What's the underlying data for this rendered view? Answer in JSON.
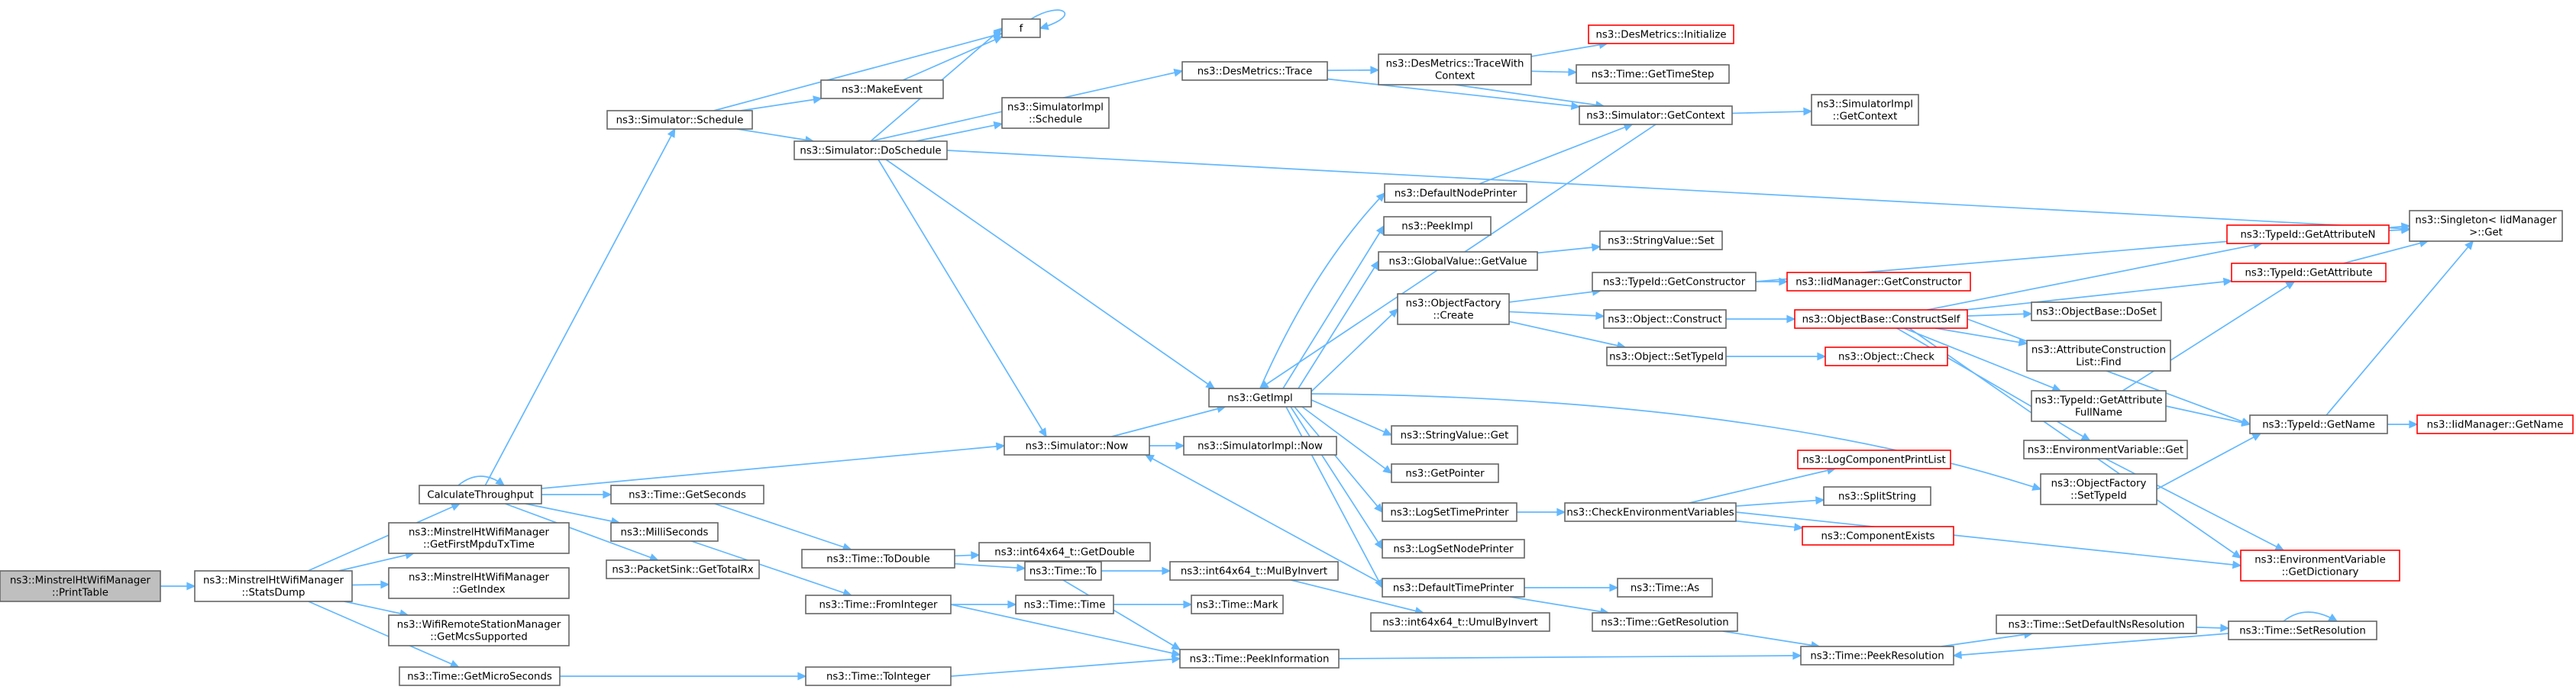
{
  "diagram": {
    "type": "call-graph",
    "colors": {
      "edge": "#63b8ff",
      "node_border": "#666666",
      "node_fill": "#ffffff",
      "root_fill": "#bfbfbf",
      "missing_border": "#ff0000"
    },
    "nodes": [
      {
        "id": "printtable",
        "lines": [
          "ns3::MinstrelHtWifiManager",
          "::PrintTable"
        ],
        "style": "root"
      },
      {
        "id": "statsdump",
        "lines": [
          "ns3::MinstrelHtWifiManager",
          "::StatsDump"
        ]
      },
      {
        "id": "calcthroughput",
        "lines": [
          "CalculateThroughput"
        ]
      },
      {
        "id": "getfirstmpdu",
        "lines": [
          "ns3::MinstrelHtWifiManager",
          "::GetFirstMpduTxTime"
        ]
      },
      {
        "id": "getindex",
        "lines": [
          "ns3::MinstrelHtWifiManager",
          "::GetIndex"
        ]
      },
      {
        "id": "getmcssupported",
        "lines": [
          "ns3::WifiRemoteStationManager",
          "::GetMcsSupported"
        ]
      },
      {
        "id": "getmicroseconds",
        "lines": [
          "ns3::Time::GetMicroSeconds"
        ]
      },
      {
        "id": "schedule",
        "lines": [
          "ns3::Simulator::Schedule"
        ]
      },
      {
        "id": "now",
        "lines": [
          "ns3::Simulator::Now"
        ]
      },
      {
        "id": "getseconds",
        "lines": [
          "ns3::Time::GetSeconds"
        ]
      },
      {
        "id": "milliseconds",
        "lines": [
          "ns3::MilliSeconds"
        ]
      },
      {
        "id": "gettotalrx",
        "lines": [
          "ns3::PacketSink::GetTotalRx"
        ]
      },
      {
        "id": "f",
        "lines": [
          "f"
        ]
      },
      {
        "id": "makeevent",
        "lines": [
          "ns3::MakeEvent"
        ]
      },
      {
        "id": "doschedule",
        "lines": [
          "ns3::Simulator::DoSchedule"
        ]
      },
      {
        "id": "destrace",
        "lines": [
          "ns3::DesMetrics::Trace"
        ]
      },
      {
        "id": "simimplschedule",
        "lines": [
          "ns3::SimulatorImpl",
          "::Schedule"
        ]
      },
      {
        "id": "getimpl",
        "lines": [
          "ns3::GetImpl"
        ]
      },
      {
        "id": "simimplnow",
        "lines": [
          "ns3::SimulatorImpl::Now"
        ]
      },
      {
        "id": "todouble",
        "lines": [
          "ns3::Time::ToDouble"
        ]
      },
      {
        "id": "int64getdouble",
        "lines": [
          "ns3::int64x64_t::GetDouble"
        ]
      },
      {
        "id": "timeto",
        "lines": [
          "ns3::Time::To"
        ]
      },
      {
        "id": "mulbyinvert",
        "lines": [
          "ns3::int64x64_t::MulByInvert"
        ]
      },
      {
        "id": "umulbyinvert",
        "lines": [
          "ns3::int64x64_t::UmulByInvert"
        ]
      },
      {
        "id": "frominteger",
        "lines": [
          "ns3::Time::FromInteger"
        ]
      },
      {
        "id": "timetime",
        "lines": [
          "ns3::Time::Time"
        ]
      },
      {
        "id": "timemark",
        "lines": [
          "ns3::Time::Mark"
        ]
      },
      {
        "id": "tointeger",
        "lines": [
          "ns3::Time::ToInteger"
        ]
      },
      {
        "id": "peekinformation",
        "lines": [
          "ns3::Time::PeekInformation"
        ]
      },
      {
        "id": "tracewithcontext",
        "lines": [
          "ns3::DesMetrics::TraceWith",
          "Context"
        ]
      },
      {
        "id": "desinit",
        "lines": [
          "ns3::DesMetrics::Initialize"
        ],
        "style": "missing"
      },
      {
        "id": "gettimestep",
        "lines": [
          "ns3::Time::GetTimeStep"
        ]
      },
      {
        "id": "getcontext",
        "lines": [
          "ns3::Simulator::GetContext"
        ]
      },
      {
        "id": "simimplgetcontext",
        "lines": [
          "ns3::SimulatorImpl",
          "::GetContext"
        ]
      },
      {
        "id": "defaultnodeprinter",
        "lines": [
          "ns3::DefaultNodePrinter"
        ]
      },
      {
        "id": "peekimpl",
        "lines": [
          "ns3::PeekImpl"
        ]
      },
      {
        "id": "globalvalueget",
        "lines": [
          "ns3::GlobalValue::GetValue"
        ]
      },
      {
        "id": "stringvalueset",
        "lines": [
          "ns3::StringValue::Set"
        ]
      },
      {
        "id": "typeidgetconstructor",
        "lines": [
          "ns3::TypeId::GetConstructor"
        ]
      },
      {
        "id": "iidgetconstructor",
        "lines": [
          "ns3::IidManager::GetConstructor"
        ],
        "style": "missing"
      },
      {
        "id": "objectfactorycreate",
        "lines": [
          "ns3::ObjectFactory",
          "::Create"
        ]
      },
      {
        "id": "objectconstruct",
        "lines": [
          "ns3::Object::Construct"
        ]
      },
      {
        "id": "constructself",
        "lines": [
          "ns3::ObjectBase::ConstructSelf"
        ],
        "style": "missing"
      },
      {
        "id": "objectsettypeid",
        "lines": [
          "ns3::Object::SetTypeId"
        ]
      },
      {
        "id": "objectcheck",
        "lines": [
          "ns3::Object::Check"
        ],
        "style": "missing"
      },
      {
        "id": "stringvalueget",
        "lines": [
          "ns3::StringValue::Get"
        ]
      },
      {
        "id": "getpointer",
        "lines": [
          "ns3::GetPointer"
        ]
      },
      {
        "id": "logsettimeprinter",
        "lines": [
          "ns3::LogSetTimePrinter"
        ]
      },
      {
        "id": "logsetnodeprinter",
        "lines": [
          "ns3::LogSetNodePrinter"
        ]
      },
      {
        "id": "defaulttimeprinter",
        "lines": [
          "ns3::DefaultTimePrinter"
        ]
      },
      {
        "id": "checkenv",
        "lines": [
          "ns3::CheckEnvironmentVariables"
        ]
      },
      {
        "id": "logcomponentprintlist",
        "lines": [
          "ns3::LogComponentPrintList"
        ],
        "style": "missing"
      },
      {
        "id": "splitstring",
        "lines": [
          "ns3::SplitString"
        ]
      },
      {
        "id": "componentexists",
        "lines": [
          "ns3::ComponentExists"
        ],
        "style": "missing"
      },
      {
        "id": "timeas",
        "lines": [
          "ns3::Time::As"
        ]
      },
      {
        "id": "getresolution",
        "lines": [
          "ns3::Time::GetResolution"
        ]
      },
      {
        "id": "peekresolution",
        "lines": [
          "ns3::Time::PeekResolution"
        ]
      },
      {
        "id": "setdefaultnsres",
        "lines": [
          "ns3::Time::SetDefaultNsResolution"
        ]
      },
      {
        "id": "setresolution",
        "lines": [
          "ns3::Time::SetResolution"
        ]
      },
      {
        "id": "singletonget",
        "lines": [
          "ns3::Singleton< IidManager",
          ">::Get"
        ]
      },
      {
        "id": "getattributen",
        "lines": [
          "ns3::TypeId::GetAttributeN"
        ],
        "style": "missing"
      },
      {
        "id": "getattribute",
        "lines": [
          "ns3::TypeId::GetAttribute"
        ],
        "style": "missing"
      },
      {
        "id": "objectbasedoset",
        "lines": [
          "ns3::ObjectBase::DoSet"
        ]
      },
      {
        "id": "attrconstructfind",
        "lines": [
          "ns3::AttributeConstruction",
          "List::Find"
        ]
      },
      {
        "id": "getattrfullname",
        "lines": [
          "ns3::TypeId::GetAttribute",
          "FullName"
        ]
      },
      {
        "id": "typeidgetname",
        "lines": [
          "ns3::TypeId::GetName"
        ]
      },
      {
        "id": "iidgetname",
        "lines": [
          "ns3::IidManager::GetName"
        ],
        "style": "missing"
      },
      {
        "id": "envvarget",
        "lines": [
          "ns3::EnvironmentVariable::Get"
        ]
      },
      {
        "id": "objfactorysettypeid",
        "lines": [
          "ns3::ObjectFactory",
          "::SetTypeId"
        ]
      },
      {
        "id": "envvargetdict",
        "lines": [
          "ns3::EnvironmentVariable",
          "::GetDictionary"
        ],
        "style": "missing"
      }
    ],
    "edges": [
      [
        "printtable",
        "statsdump"
      ],
      [
        "statsdump",
        "calcthroughput"
      ],
      [
        "statsdump",
        "getfirstmpdu"
      ],
      [
        "statsdump",
        "getindex"
      ],
      [
        "statsdump",
        "getmcssupported"
      ],
      [
        "statsdump",
        "getmicroseconds"
      ],
      [
        "calcthroughput",
        "calcthroughput"
      ],
      [
        "calcthroughput",
        "schedule"
      ],
      [
        "calcthroughput",
        "now"
      ],
      [
        "calcthroughput",
        "getseconds"
      ],
      [
        "calcthroughput",
        "milliseconds"
      ],
      [
        "calcthroughput",
        "gettotalrx"
      ],
      [
        "schedule",
        "f"
      ],
      [
        "schedule",
        "makeevent"
      ],
      [
        "schedule",
        "doschedule"
      ],
      [
        "makeevent",
        "f"
      ],
      [
        "f",
        "f"
      ],
      [
        "doschedule",
        "f"
      ],
      [
        "doschedule",
        "destrace"
      ],
      [
        "doschedule",
        "simimplschedule"
      ],
      [
        "doschedule",
        "getimpl"
      ],
      [
        "doschedule",
        "now"
      ],
      [
        "doschedule",
        "singletonget"
      ],
      [
        "destrace",
        "tracewithcontext"
      ],
      [
        "destrace",
        "getcontext"
      ],
      [
        "tracewithcontext",
        "desinit"
      ],
      [
        "tracewithcontext",
        "gettimestep"
      ],
      [
        "tracewithcontext",
        "getcontext"
      ],
      [
        "getcontext",
        "simimplgetcontext"
      ],
      [
        "getcontext",
        "getimpl"
      ],
      [
        "now",
        "getimpl"
      ],
      [
        "now",
        "simimplnow"
      ],
      [
        "getimpl",
        "defaultnodeprinter"
      ],
      [
        "getimpl",
        "peekimpl"
      ],
      [
        "getimpl",
        "globalvalueget"
      ],
      [
        "getimpl",
        "objectfactorycreate"
      ],
      [
        "getimpl",
        "stringvalueget"
      ],
      [
        "getimpl",
        "getpointer"
      ],
      [
        "getimpl",
        "logsettimeprinter"
      ],
      [
        "getimpl",
        "logsetnodeprinter"
      ],
      [
        "getimpl",
        "defaulttimeprinter"
      ],
      [
        "getimpl",
        "objfactorysettypeid"
      ],
      [
        "defaultnodeprinter",
        "getcontext"
      ],
      [
        "globalvalueget",
        "stringvalueset"
      ],
      [
        "objectfactorycreate",
        "typeidgetconstructor"
      ],
      [
        "objectfactorycreate",
        "objectconstruct"
      ],
      [
        "objectfactorycreate",
        "objectsettypeid"
      ],
      [
        "typeidgetconstructor",
        "iidgetconstructor"
      ],
      [
        "typeidgetconstructor",
        "singletonget"
      ],
      [
        "objectconstruct",
        "constructself"
      ],
      [
        "objectsettypeid",
        "objectcheck"
      ],
      [
        "constructself",
        "getattributen"
      ],
      [
        "constructself",
        "getattribute"
      ],
      [
        "constructself",
        "objectbasedoset"
      ],
      [
        "constructself",
        "attrconstructfind"
      ],
      [
        "constructself",
        "getattrfullname"
      ],
      [
        "constructself",
        "typeidgetname"
      ],
      [
        "constructself",
        "envvarget"
      ],
      [
        "constructself",
        "envvargetdict"
      ],
      [
        "getattributen",
        "singletonget"
      ],
      [
        "getattribute",
        "singletonget"
      ],
      [
        "getattrfullname",
        "getattribute"
      ],
      [
        "getattrfullname",
        "typeidgetname"
      ],
      [
        "typeidgetname",
        "iidgetname"
      ],
      [
        "typeidgetname",
        "singletonget"
      ],
      [
        "envvarget",
        "envvargetdict"
      ],
      [
        "objfactorysettypeid",
        "typeidgetname"
      ],
      [
        "logsettimeprinter",
        "checkenv"
      ],
      [
        "checkenv",
        "logcomponentprintlist"
      ],
      [
        "checkenv",
        "splitstring"
      ],
      [
        "checkenv",
        "componentexists"
      ],
      [
        "checkenv",
        "envvargetdict"
      ],
      [
        "defaulttimeprinter",
        "now"
      ],
      [
        "defaulttimeprinter",
        "timeas"
      ],
      [
        "defaulttimeprinter",
        "getresolution"
      ],
      [
        "getresolution",
        "peekresolution"
      ],
      [
        "peekresolution",
        "setdefaultnsres"
      ],
      [
        "setdefaultnsres",
        "setresolution"
      ],
      [
        "setresolution",
        "setresolution"
      ],
      [
        "setresolution",
        "peekresolution"
      ],
      [
        "getseconds",
        "todouble"
      ],
      [
        "todouble",
        "int64getdouble"
      ],
      [
        "todouble",
        "timeto"
      ],
      [
        "timeto",
        "mulbyinvert"
      ],
      [
        "timeto",
        "peekinformation"
      ],
      [
        "mulbyinvert",
        "umulbyinvert"
      ],
      [
        "milliseconds",
        "frominteger"
      ],
      [
        "frominteger",
        "timetime"
      ],
      [
        "frominteger",
        "peekinformation"
      ],
      [
        "timetime",
        "timemark"
      ],
      [
        "getmicroseconds",
        "tointeger"
      ],
      [
        "tointeger",
        "peekinformation"
      ],
      [
        "peekinformation",
        "peekresolution"
      ]
    ]
  }
}
